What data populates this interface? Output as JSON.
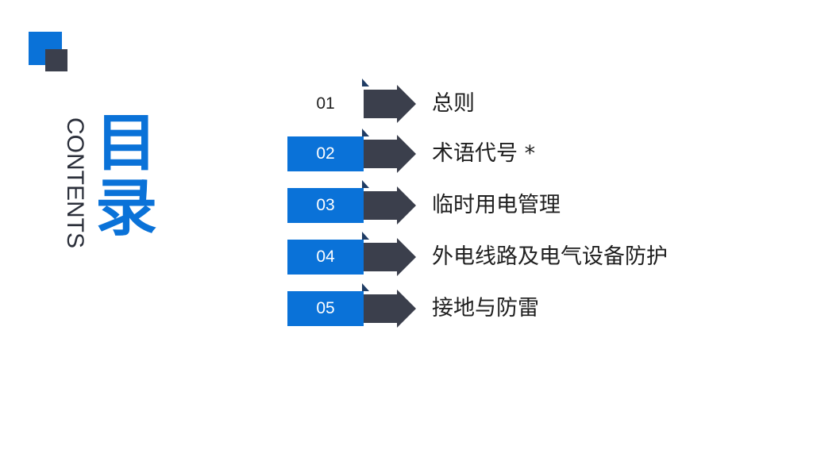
{
  "title": {
    "cn_line1": "目",
    "cn_line2": "录",
    "en": "CONTENTS"
  },
  "items": [
    {
      "num": "01",
      "label": "总则"
    },
    {
      "num": "02",
      "label": "术语代号 *"
    },
    {
      "num": "03",
      "label": "临时用电管理"
    },
    {
      "num": "04",
      "label": "外电线路及电气设备防护"
    },
    {
      "num": "05",
      "label": "接地与防雷"
    }
  ],
  "colors": {
    "accent": "#0a72d8",
    "dark": "#3b3f4c"
  }
}
